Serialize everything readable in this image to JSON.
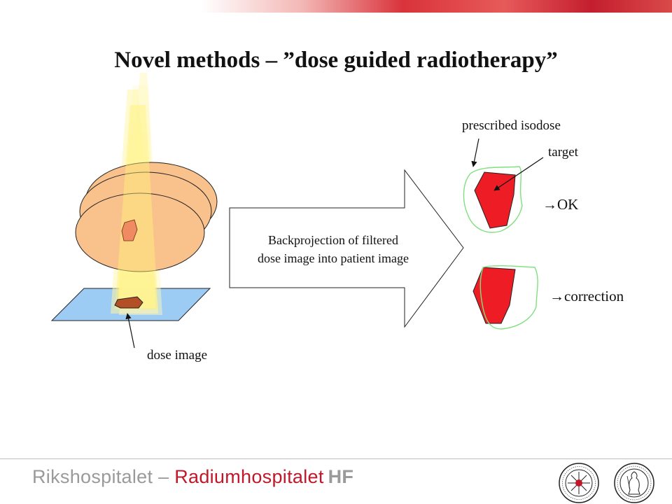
{
  "slide": {
    "title": "Novel methods – ”dose guided radiotherapy”"
  },
  "figure": {
    "dose_image_label": "dose image",
    "arrow_caption_line1": "Backprojection of filtered",
    "arrow_caption_line2": "dose image into patient image",
    "prescribed_isodose_label": "prescribed isodose",
    "target_label": "target",
    "ok_label": "→OK",
    "correction_label": "→correction"
  },
  "footer": {
    "brand_part1": "Rikshospitalet – ",
    "brand_part2": "Radiumhospitalet",
    "brand_part3": "HF",
    "seal_left_text": "THE NORWEGIAN RADIUM HOSPITAL",
    "seal_right_text": "UNIVERSITAS OSLOENSIS MDCCCXI"
  },
  "colors": {
    "patient_slice": "#f9c18c",
    "beam": "#fff29a",
    "detector_plane": "#9ccbf4",
    "target_red": "#ee1c24",
    "isodose_green": "#7fe07f",
    "brand_red": "#c0182a",
    "brand_gray": "#9a9a9a"
  }
}
